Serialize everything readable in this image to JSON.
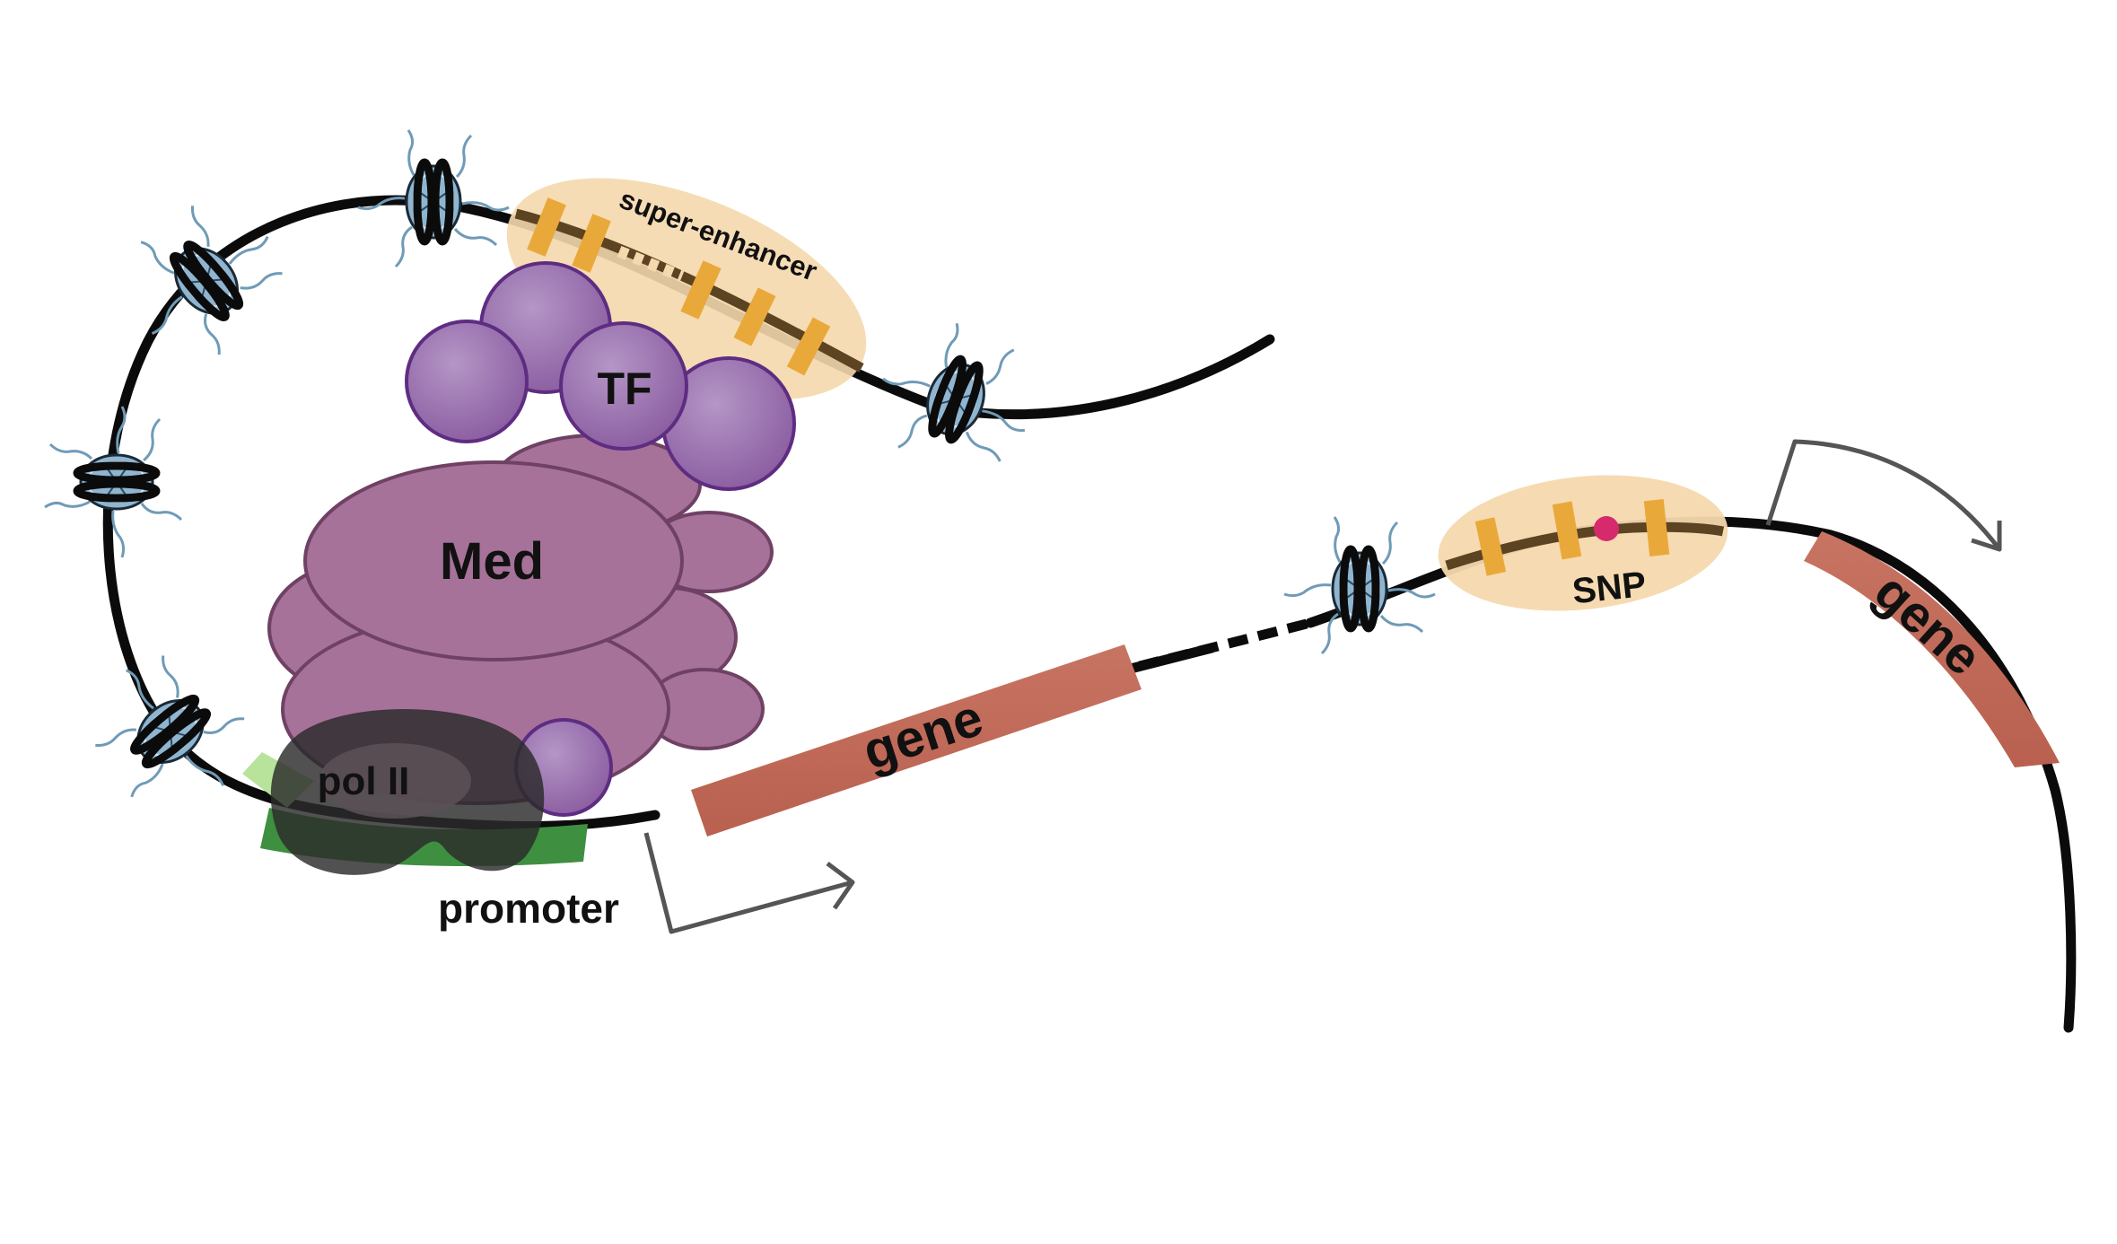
{
  "labels": {
    "super_enhancer": "super-enhancer",
    "tf": "TF",
    "med": "Med",
    "pol2": "pol II",
    "promoter": "promoter",
    "gene_1": "gene",
    "gene_2": "gene",
    "snp": "SNP"
  },
  "colors": {
    "dna": "#0b0b0b",
    "enhancer_region": "#f5d8ad",
    "enhancer_dna": "#5c4322",
    "enhancer_site": "#e9a93a",
    "tf_protein": "#8a5ca0",
    "tf_outline": "#5e2d82",
    "mediator": "#a7729a",
    "mediator_outline": "#6f4164",
    "pol2": "#2b2b2b",
    "promoter": "#3f8f41",
    "promoter_light": "#b7e39a",
    "gene": "#c87463",
    "snp_dot": "#d62a6c",
    "nucleosome": "#8fb5d0",
    "arrow": "#555555"
  },
  "icons": [
    "nucleosome-icon",
    "transcription-start-arrow-icon"
  ]
}
